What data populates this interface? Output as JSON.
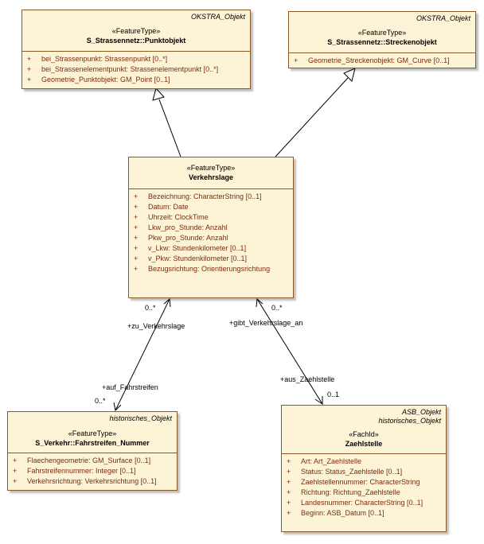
{
  "classes": {
    "punktobjekt": {
      "package": "OKSTRA_Objekt",
      "stereotype": "«FeatureType»",
      "name": "S_Strassennetz::Punktobjekt",
      "attributes": [
        {
          "vis": "+",
          "text": "bei_Strassenpunkt: Strassenpunkt [0..*]"
        },
        {
          "vis": "+",
          "text": "bei_Strassenelementpunkt: Strassenelementpunkt [0..*]"
        },
        {
          "vis": "+",
          "text": "Geometrie_Punktobjekt: GM_Point [0..1]"
        }
      ]
    },
    "streckenobjekt": {
      "package": "OKSTRA_Objekt",
      "stereotype": "«FeatureType»",
      "name": "S_Strassennetz::Streckenobjekt",
      "attributes": [
        {
          "vis": "+",
          "text": "Geometrie_Streckenobjekt: GM_Curve [0..1]"
        }
      ]
    },
    "verkehrslage": {
      "stereotype": "«FeatureType»",
      "name": "Verkehrslage",
      "attributes": [
        {
          "vis": "+",
          "text": "Bezeichnung: CharacterString [0..1]"
        },
        {
          "vis": "+",
          "text": "Datum: Date"
        },
        {
          "vis": "+",
          "text": "Uhrzeit: ClockTime"
        },
        {
          "vis": "+",
          "text": "Lkw_pro_Stunde: Anzahl"
        },
        {
          "vis": "+",
          "text": "Pkw_pro_Stunde: Anzahl"
        },
        {
          "vis": "+",
          "text": "v_Lkw: Stundenkilometer [0..1]"
        },
        {
          "vis": "+",
          "text": "v_Pkw: Stundenkilometer [0..1]"
        },
        {
          "vis": "+",
          "text": "Bezugsrichtung: Orientierungsrichtung"
        }
      ]
    },
    "fahrstreifen": {
      "package": "historisches_Objekt",
      "stereotype": "«FeatureType»",
      "name": "S_Verkehr::Fahrstreifen_Nummer",
      "attributes": [
        {
          "vis": "+",
          "text": "Flaechengeometrie: GM_Surface [0..1]"
        },
        {
          "vis": "+",
          "text": "Fahrstreifennummer: Integer [0..1]"
        },
        {
          "vis": "+",
          "text": "Verkehrsrichtung: Verkehrsrichtung [0..1]"
        }
      ]
    },
    "zaehlstelle": {
      "package": "ASB_Objekt",
      "package2": "historisches_Objekt",
      "stereotype": "«FachId»",
      "name": "Zaehlstelle",
      "attributes": [
        {
          "vis": "+",
          "text": "Art: Art_Zaehlstelle"
        },
        {
          "vis": "+",
          "text": "Status: Status_Zaehlstelle [0..1]"
        },
        {
          "vis": "+",
          "text": "Zaehlstellennummer: CharacterString"
        },
        {
          "vis": "+",
          "text": "Richtung: Richtung_Zaehlstelle"
        },
        {
          "vis": "+",
          "text": "Landesnummer: CharacterString [0..1]"
        },
        {
          "vis": "+",
          "text": "Beginn: ASB_Datum [0..1]"
        }
      ]
    }
  },
  "associations": {
    "a1": {
      "mult_top": "0..*",
      "role_top": "+zu_Verkehrslage",
      "role_bottom": "+auf_Fahrstreifen",
      "mult_bottom": "0..*"
    },
    "a2": {
      "mult_top": "0..*",
      "role_top": "+gibt_Verkehrslage_an",
      "role_bottom": "+aus_Zaehlstelle",
      "mult_bottom": "0..1"
    }
  }
}
